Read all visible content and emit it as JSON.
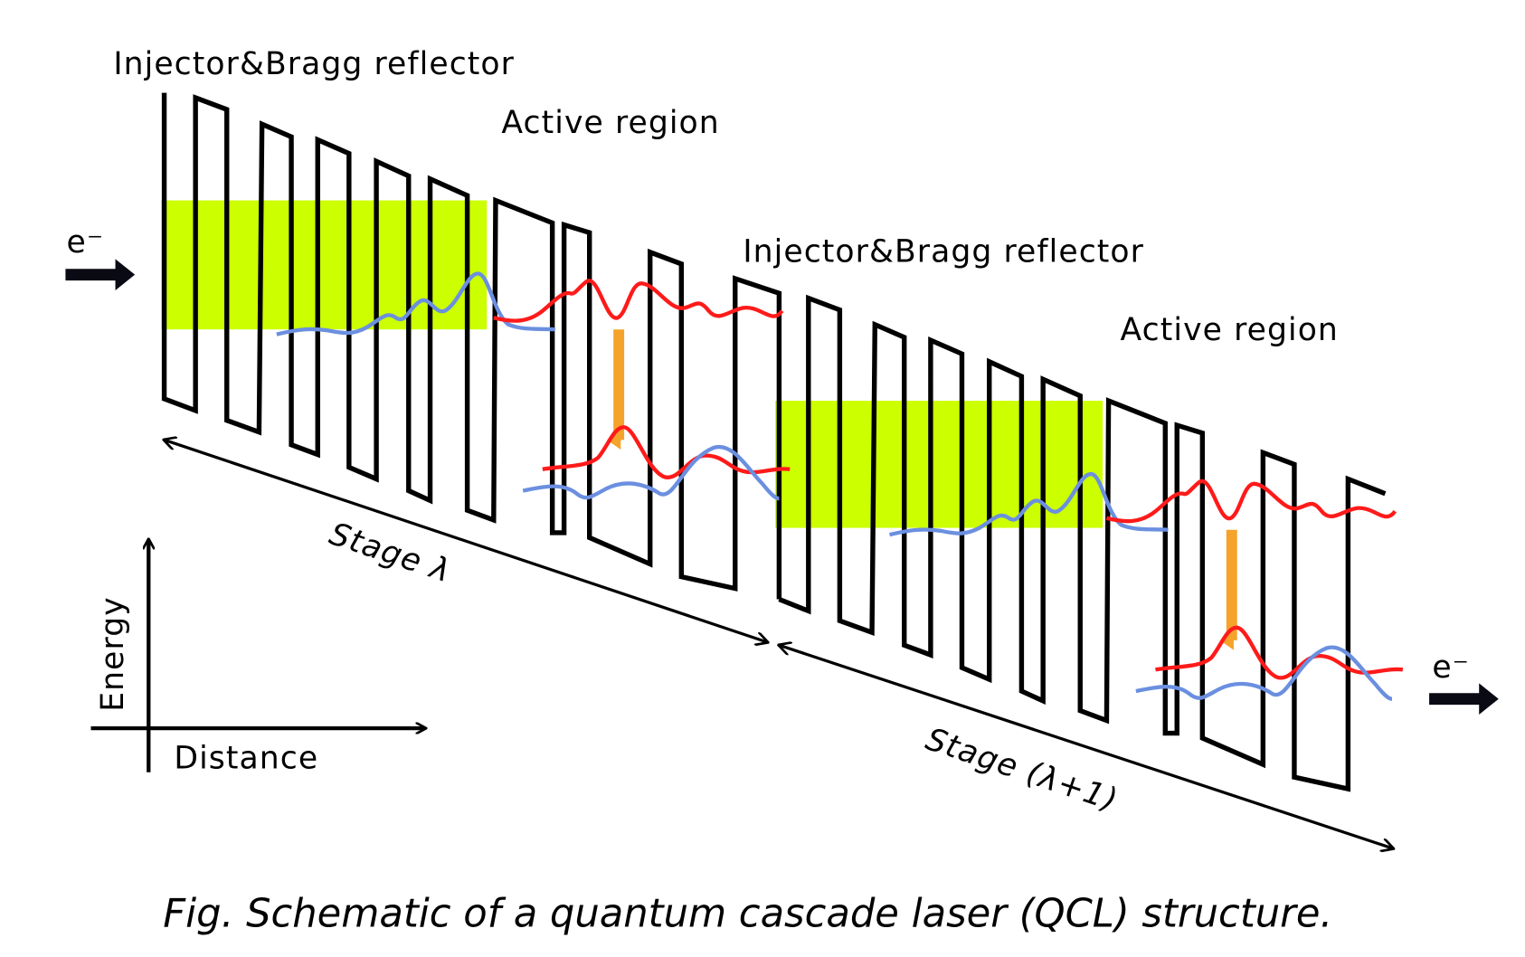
{
  "labels": {
    "injector_1": "Injector&Bragg reflector",
    "active_1": "Active region",
    "injector_2": "Injector&Bragg reflector",
    "active_2": "Active region",
    "electron_in": "e⁻",
    "electron_out": "e⁻",
    "stage_1": "Stage λ",
    "stage_2": "Stage (λ+1)",
    "axis_y": "Energy",
    "axis_x": "Distance"
  },
  "caption": "Fig. Schematic of a quantum cascade laser (QCL) structure.",
  "colors": {
    "active_region": "#CCFF00",
    "upper_state": "#FF1A1A",
    "lower_state": "#6B8FE0",
    "transition_arrow": "#F5A32A"
  }
}
